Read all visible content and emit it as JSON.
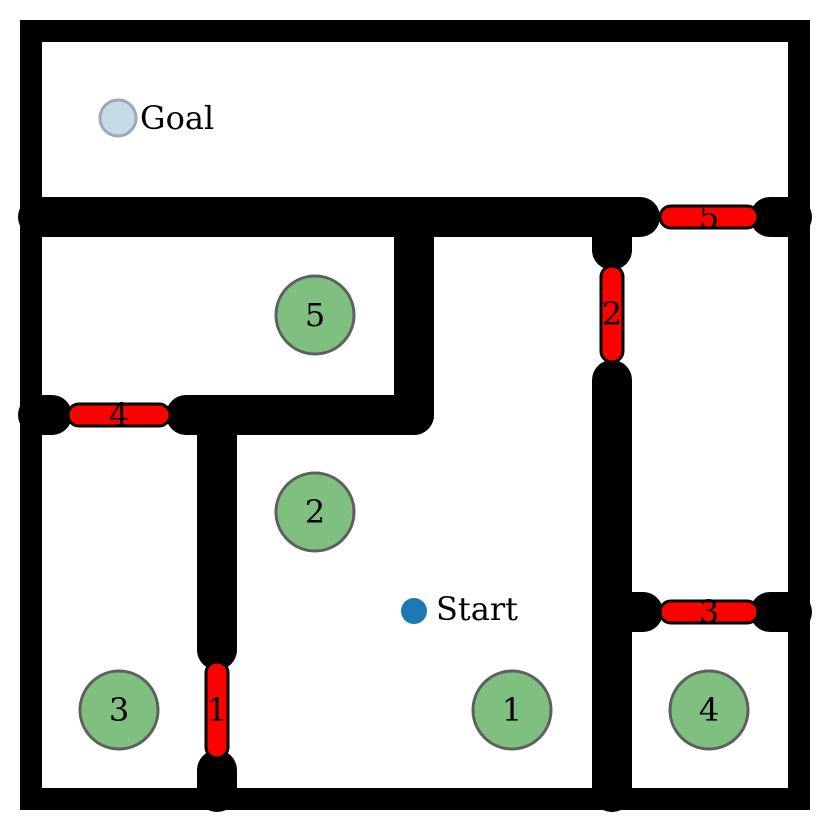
{
  "labels": {
    "goal": "Goal",
    "start": "Start"
  },
  "keys": [
    {
      "id": "1",
      "label": "1"
    },
    {
      "id": "2",
      "label": "2"
    },
    {
      "id": "3",
      "label": "3"
    },
    {
      "id": "4",
      "label": "4"
    },
    {
      "id": "5",
      "label": "5"
    }
  ],
  "doors": [
    {
      "id": "1",
      "label": "1"
    },
    {
      "id": "2",
      "label": "2"
    },
    {
      "id": "3",
      "label": "3"
    },
    {
      "id": "4",
      "label": "4"
    },
    {
      "id": "5",
      "label": "5"
    }
  ],
  "colors": {
    "wall": "#000000",
    "door": "#ff0000",
    "key_fill": "#7fbf7f",
    "key_stroke": "#5f5f5f",
    "goal_fill": "#c6dbe8",
    "goal_stroke": "#a0a8b0",
    "start": "#1f77b4",
    "background": "#ffffff"
  }
}
